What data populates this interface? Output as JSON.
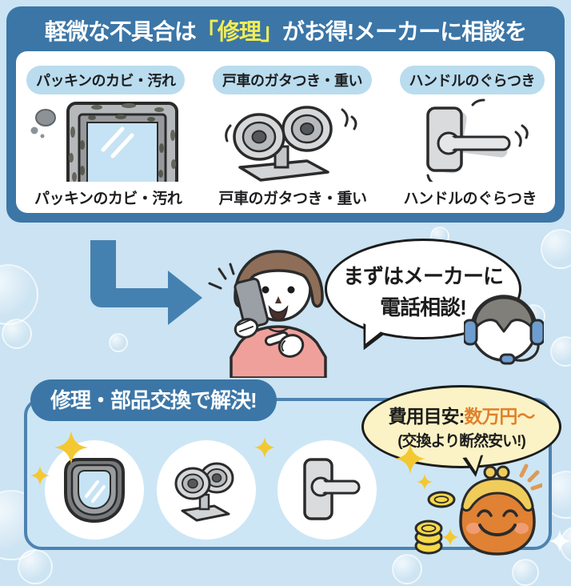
{
  "header": {
    "title_prefix": "軽微な不具合は",
    "title_highlight": "「修理」",
    "title_suffix": "がお得!メーカーに相談を"
  },
  "issues": {
    "items": [
      {
        "pill": "パッキンのカビ・汚れ",
        "caption": "パッキンのカビ・汚れ",
        "icon": "moldy-window-gasket-icon"
      },
      {
        "pill": "戸車のガタつき・重い",
        "caption": "戸車のガタつき・重い",
        "icon": "door-roller-icon"
      },
      {
        "pill": "ハンドルのぐらつき",
        "caption": "ハンドルのぐらつき",
        "icon": "door-handle-icon"
      }
    ]
  },
  "consult": {
    "speech_line1": "まずはメーカーに",
    "speech_line2": "電話相談!"
  },
  "solution": {
    "badge": "修理・部品交換で解決!",
    "cost_label": "費用目安:",
    "cost_value": "数万円〜",
    "cost_note": "(交換より断然安い!)"
  },
  "colors": {
    "page_bg": "#cbe3f2",
    "banner_blue": "#3b76a7",
    "highlight_yellow": "#f2ed55",
    "pill_blue": "#b9dcee",
    "arrow_blue": "#4581b0",
    "cost_orange": "#e0812c",
    "cost_bubble_bg": "#fbf3c5",
    "sparkle_yellow": "#f3c832",
    "purse_orange": "#e08133",
    "coin_yellow": "#f6d848"
  }
}
